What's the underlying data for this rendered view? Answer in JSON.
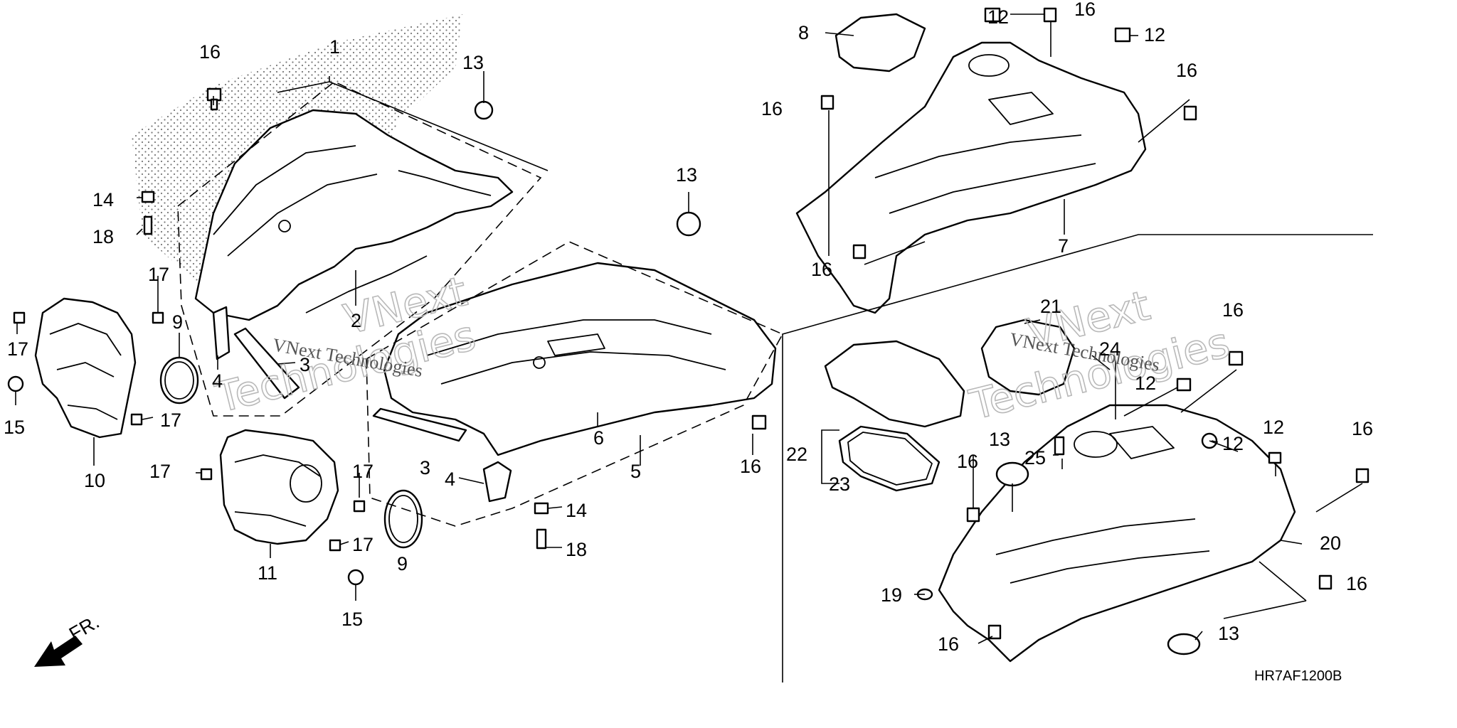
{
  "diagram_code": "HR7AF1200B",
  "direction_label": "FR.",
  "watermark": {
    "line1": "VNext",
    "line2": "Technologies",
    "small": "VNext Technologies"
  },
  "callouts": {
    "c1": "1",
    "c2": "2",
    "c3a": "3",
    "c3b": "3",
    "c4a": "4",
    "c4b": "4",
    "c5": "5",
    "c6": "6",
    "c7": "7",
    "c8": "8",
    "c9a": "9",
    "c9b": "9",
    "c10": "10",
    "c11": "11",
    "c12a": "12",
    "c12b": "12",
    "c12c": "12",
    "c12d": "12",
    "c12e": "12",
    "c13a": "13",
    "c13b": "13",
    "c13c": "13",
    "c13d": "13",
    "c14a": "14",
    "c14b": "14",
    "c15a": "15",
    "c15b": "15",
    "c16a": "16",
    "c16b": "16",
    "c16c": "16",
    "c16d": "16",
    "c16e": "16",
    "c16f": "16",
    "c16g": "16",
    "c16h": "16",
    "c16i": "16",
    "c16j": "16",
    "c16k": "16",
    "c17a": "17",
    "c17b": "17",
    "c17c": "17",
    "c17d": "17",
    "c17e": "17",
    "c17f": "17",
    "c18a": "18",
    "c18b": "18",
    "c19": "19",
    "c20": "20",
    "c21": "21",
    "c22": "22",
    "c23": "23",
    "c24": "24",
    "c25": "25"
  }
}
